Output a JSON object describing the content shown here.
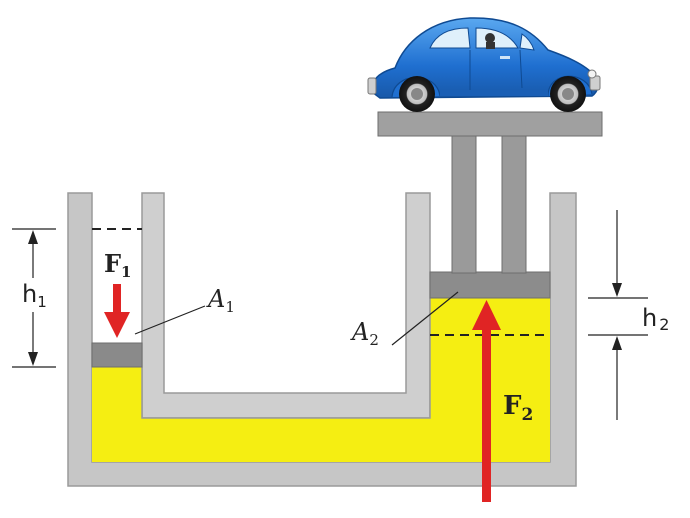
{
  "labels": {
    "h1": {
      "main": "h",
      "sub": "1"
    },
    "F1": {
      "main": "F",
      "sub": "1"
    },
    "A1": {
      "main": "A",
      "sub": "1"
    },
    "A2": {
      "main": "A",
      "sub": "2"
    },
    "h2": {
      "main": "h",
      "sub": "2"
    },
    "F2": {
      "main": "F",
      "sub": "2"
    }
  },
  "colors": {
    "fluid": "#f5ee12",
    "container": "#c8c8c8",
    "container_edge": "#9a9a9a",
    "piston": "#8c8c8c",
    "force_arrow": "#e02424",
    "car_body": "#2d7fd6"
  },
  "objects": {
    "car_icon": "vw-beetle-car-icon"
  }
}
